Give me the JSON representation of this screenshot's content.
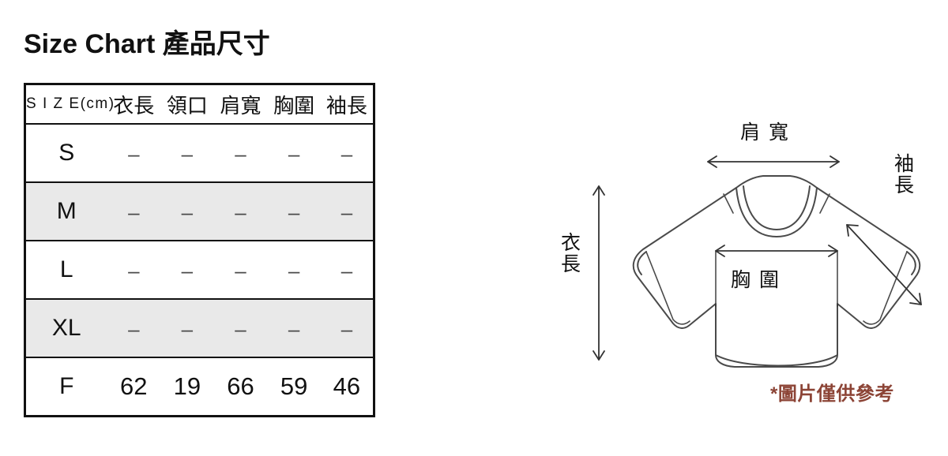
{
  "page": {
    "title": "Size Chart 產品尺寸",
    "background_color": "#ffffff",
    "text_color": "#111111"
  },
  "table": {
    "shaded_row_color": "#e9e9e9",
    "border_color": "#111111",
    "dash_placeholder": "–",
    "columns": [
      {
        "key": "size",
        "label": "S I Z E(cm)"
      },
      {
        "key": "length",
        "label": "衣長"
      },
      {
        "key": "neckline",
        "label": "領口"
      },
      {
        "key": "shoulder",
        "label": "肩寬"
      },
      {
        "key": "chest",
        "label": "胸圍"
      },
      {
        "key": "sleeve",
        "label": "袖長"
      }
    ],
    "rows": [
      {
        "size": "S",
        "shaded": false,
        "values": [
          "–",
          "–",
          "–",
          "–",
          "–"
        ]
      },
      {
        "size": "M",
        "shaded": true,
        "values": [
          "–",
          "–",
          "–",
          "–",
          "–"
        ]
      },
      {
        "size": "L",
        "shaded": false,
        "values": [
          "–",
          "–",
          "–",
          "–",
          "–"
        ]
      },
      {
        "size": "XL",
        "shaded": true,
        "values": [
          "–",
          "–",
          "–",
          "–",
          "–"
        ]
      },
      {
        "size": "F",
        "shaded": false,
        "values": [
          "62",
          "19",
          "66",
          "59",
          "46"
        ]
      }
    ]
  },
  "diagram": {
    "garment": "long-sleeve-crewneck-sweatshirt",
    "line_color": "#4a4a4a",
    "labels": {
      "shoulder": "肩 寬",
      "sleeve": "袖長",
      "length": "衣長",
      "chest": "胸 圍"
    }
  },
  "footnote": {
    "text": "*圖片僅供參考",
    "color": "#8c4436"
  }
}
